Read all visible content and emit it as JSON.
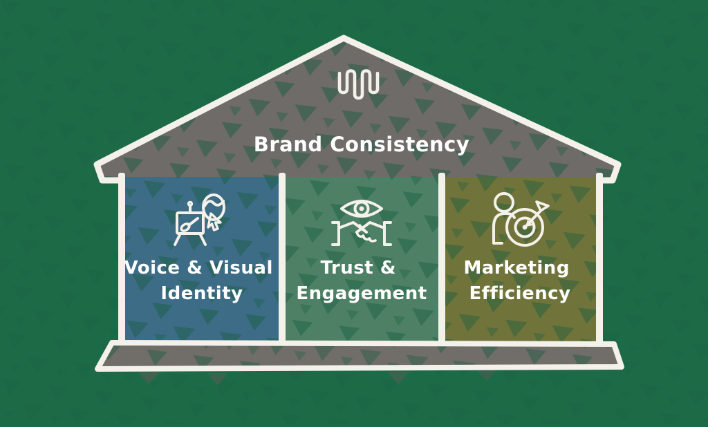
{
  "canvas": {
    "background": "#1d6a47",
    "texture_color": "#155c3d",
    "outline_color": "#f4f1ea",
    "text_color": "#ffffff"
  },
  "roof": {
    "title": "Brand Consistency",
    "fill": "#6e6b69",
    "logo_icon": "wave-logo-icon"
  },
  "pillars": [
    {
      "lines": [
        "Voice & Visual",
        "Identity"
      ],
      "label": "Voice & Visual Identity",
      "icon": "easel-paintbrush-cursor-icon",
      "fill": "#3c6c86"
    },
    {
      "lines": [
        "Trust &",
        "Engagement"
      ],
      "label": "Trust & Engagement",
      "icon": "eye-handshake-icon",
      "fill": "#4e8065"
    },
    {
      "lines": [
        "Marketing",
        "Efficiency"
      ],
      "label": "Marketing Efficiency",
      "icon": "person-target-arrow-icon",
      "fill": "#71743a"
    }
  ],
  "base": {
    "fill": "#716d69"
  }
}
